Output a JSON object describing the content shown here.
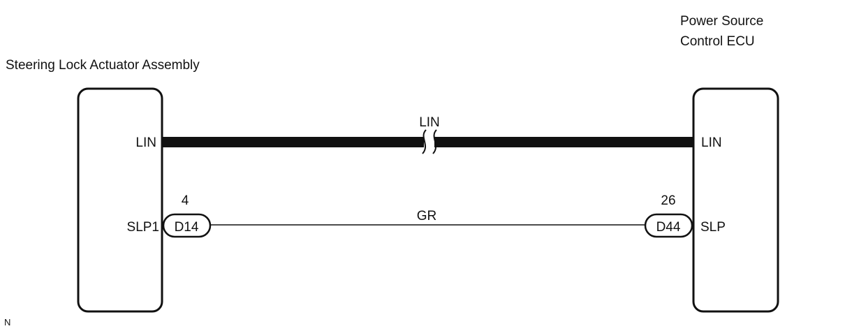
{
  "components": {
    "left": {
      "title": "Steering Lock Actuator Assembly",
      "pin_lin": "LIN",
      "pin_slp": "SLP1",
      "connector": "D14",
      "terminal": "4"
    },
    "right": {
      "title_line1": "Power Source",
      "title_line2": "Control ECU",
      "pin_lin": "LIN",
      "pin_slp": "SLP",
      "connector": "D44",
      "terminal": "26"
    }
  },
  "wires": {
    "lin_label": "LIN",
    "slp_color": "GR"
  },
  "footer_mark": "N",
  "colors": {
    "line": "#111111",
    "background": "#ffffff"
  }
}
